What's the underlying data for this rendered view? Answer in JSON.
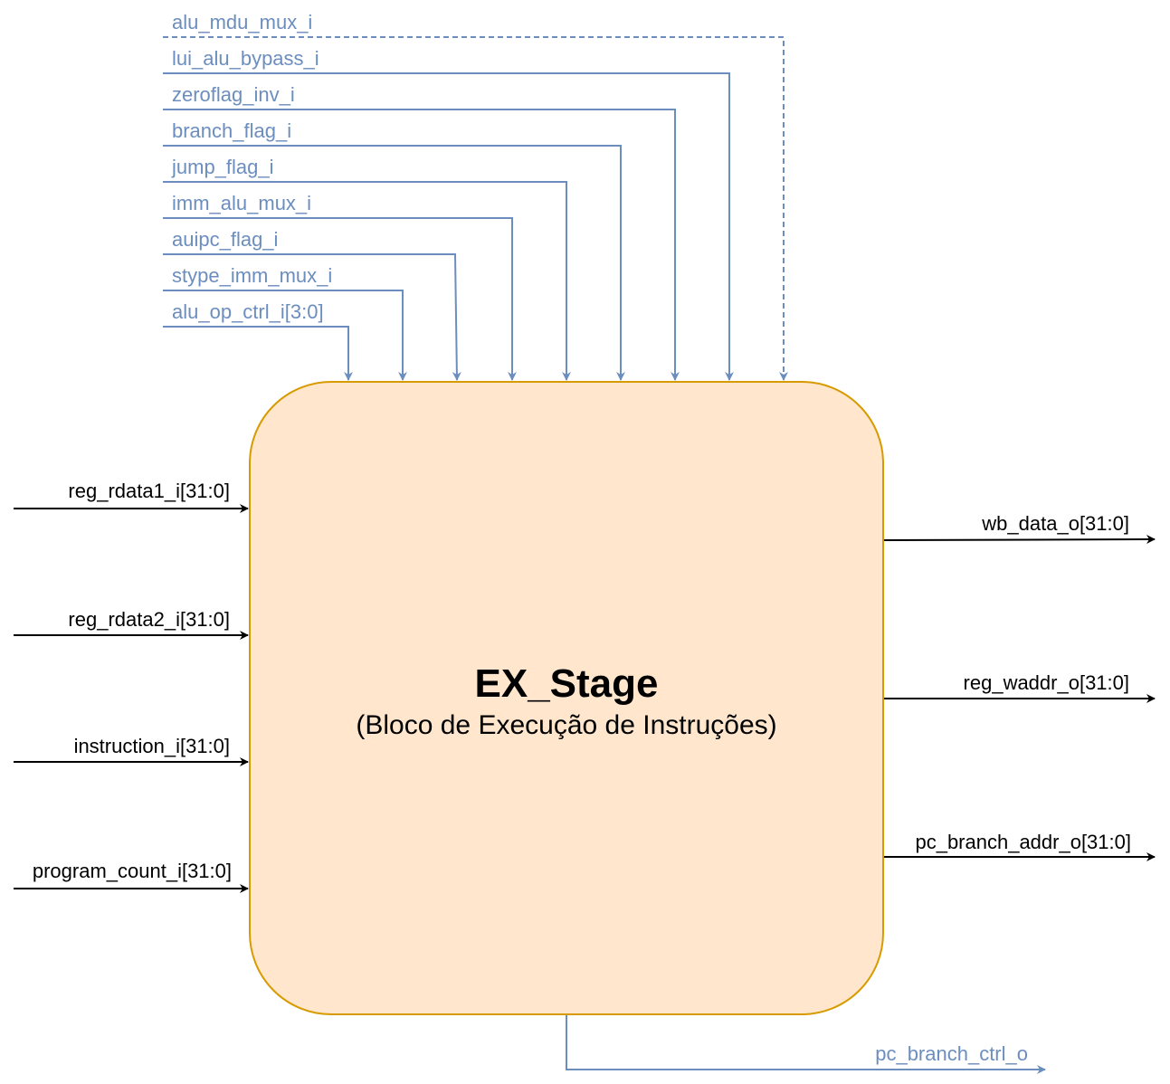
{
  "block": {
    "title": "EX_Stage",
    "subtitle": "(Bloco de Execução de Instruções)",
    "fill": "#ffe6cc",
    "stroke": "#d79b00"
  },
  "colors": {
    "control": "#6c8ebf",
    "data": "#000000"
  },
  "control_inputs": [
    {
      "label": "alu_op_ctrl_i[3:0]"
    },
    {
      "label": "stype_imm_mux_i"
    },
    {
      "label": "auipc_flag_i"
    },
    {
      "label": "imm_alu_mux_i"
    },
    {
      "label": "jump_flag_i"
    },
    {
      "label": "branch_flag_i"
    },
    {
      "label": "zeroflag_inv_i"
    },
    {
      "label": "lui_alu_bypass_i"
    },
    {
      "label": "alu_mdu_mux_i",
      "style": "dashed"
    }
  ],
  "data_inputs": [
    {
      "label": "reg_rdata1_i[31:0]"
    },
    {
      "label": "reg_rdata2_i[31:0]"
    },
    {
      "label": "instruction_i[31:0]"
    },
    {
      "label": "program_count_i[31:0]"
    }
  ],
  "data_outputs": [
    {
      "label": "wb_data_o[31:0]"
    },
    {
      "label": "reg_waddr_o[31:0]"
    },
    {
      "label": "pc_branch_addr_o[31:0]"
    }
  ],
  "control_outputs": [
    {
      "label": "pc_branch_ctrl_o"
    }
  ]
}
